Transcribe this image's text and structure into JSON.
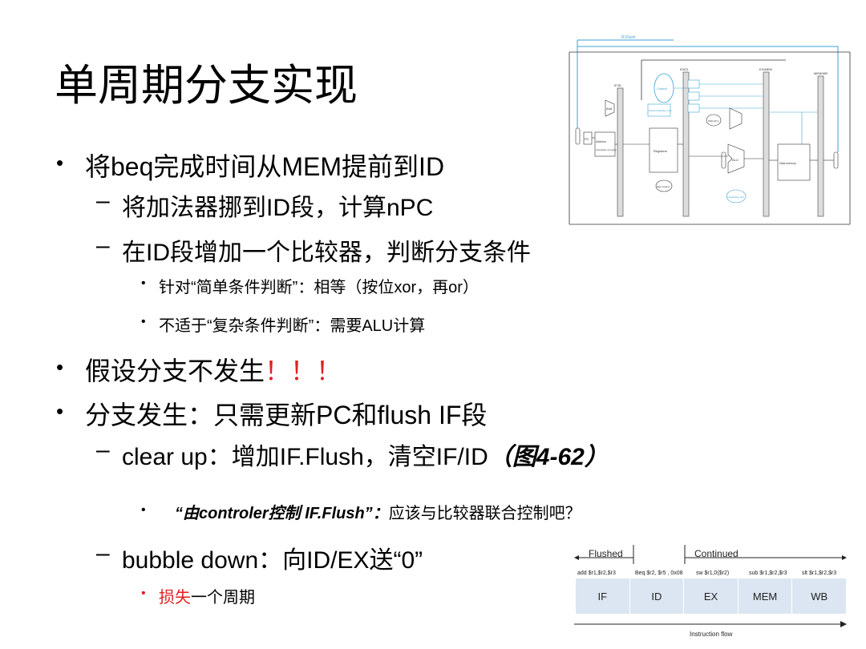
{
  "title": "单周期分支实现",
  "bullets": {
    "b1": "将beq完成时间从MEM提前到ID",
    "b1_sub1": "将加法器挪到ID段，计算nPC",
    "b1_sub2": "在ID段增加一个比较器，判断分支条件",
    "b1_sub2_a": "针对“简单条件判断”：相等（按位xor，再or）",
    "b1_sub2_b": "不适于“复杂条件判断”：需要ALU计算",
    "b2_text": "假设分支不发生",
    "b2_mark": "！！！",
    "b3": "分支发生：只需更新PC和flush IF段",
    "b3_sub1_text": "clear up：增加IF.Flush，清空IF/ID",
    "b3_sub1_ref": "（图4-62）",
    "b3_sub1_a_q": "“由controler控制 IF.Flush”：",
    "b3_sub1_a_t": "应该与比较器联合控制吧？",
    "b3_sub2": "bubble down：向ID/EX送“0”",
    "b3_sub2_a_red": "损失",
    "b3_sub2_a_rest": "一个周期"
  },
  "pipeline": {
    "flushed_label": "Flushed",
    "continued_label": "Continued",
    "instructions": [
      "add $r1,$r2,$r3",
      "Beq $r2, $r5 , 0x08",
      "sw $r1,0($r2)",
      "sub $r1,$r2,$r3",
      "slt $r1,$r2,$r3"
    ],
    "stages": [
      "IF",
      "ID",
      "EX",
      "MEM",
      "WB"
    ],
    "flow_label": "Instruction flow"
  },
  "datapath": {
    "labels": [
      "IF.Flush",
      "IF/ID",
      "ID/EX",
      "EX/MEM",
      "MEM/WB",
      "Control",
      "Add",
      "Instruction memory",
      "Registers",
      "ALU",
      "Data memory",
      "Sign extend",
      "Hazard detection unit",
      "Forwarding unit",
      "Shift left 2",
      "PC",
      "Address"
    ]
  },
  "colors": {
    "accent_red": "#e02020",
    "stage_fill": "#dce6f2",
    "diagram_blue": "#3ba3d0"
  }
}
